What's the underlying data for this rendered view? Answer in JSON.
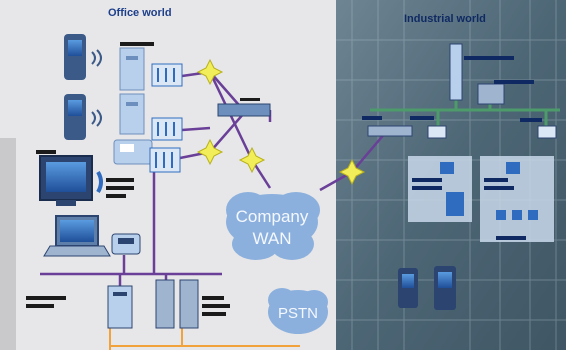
{
  "header": {
    "office_title": "Office world",
    "industrial_title": "Industrial world"
  },
  "office": {
    "label_phones": "",
    "label_pc": "",
    "label_attendant": "",
    "label_servers": "",
    "label_gateway": ""
  },
  "industrial": {
    "label_controller": "",
    "label_server": "",
    "label_switch": "",
    "label_ap_left": "",
    "label_ap_right": "",
    "label_cell_left": "",
    "label_cell_right": ""
  },
  "clouds": {
    "wan_line1": "Company",
    "wan_line2": "WAN",
    "pstn": "PSTN"
  },
  "colors": {
    "office_bg": "#e7e7e9",
    "industrial_bg": "#5d7381",
    "lan_purple": "#6a3f98",
    "industrial_green": "#4d9a6a",
    "cloud_blue": "#8cb0dd",
    "cloud_text": "#f4f8ff",
    "device_blue": "#2f6cc0",
    "star_yellow": "#f2ee5a",
    "orange_link": "#f2a23a"
  }
}
